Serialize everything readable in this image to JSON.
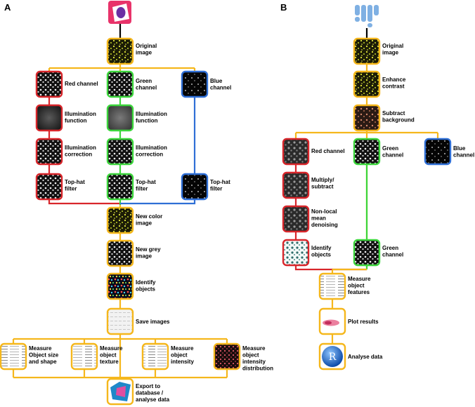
{
  "panels": {
    "a": "A",
    "b": "B"
  },
  "colors": {
    "yellow": "#f5b71c",
    "red": "#d8262b",
    "green": "#3cd63c",
    "blue": "#2f6fd6",
    "black": "#000000",
    "cellprofiler_logo": "#e8336a",
    "fiji_logo": "#7fb0e3"
  },
  "left": {
    "logo": "cellprofiler-logo",
    "original": [
      "Original",
      "image"
    ],
    "channels": [
      {
        "id": "red",
        "label": [
          "Red channel"
        ]
      },
      {
        "id": "green",
        "label": [
          "Green",
          "channel"
        ]
      },
      {
        "id": "blue",
        "label": [
          "Blue",
          "channel"
        ]
      }
    ],
    "illum_function": [
      "Illumination",
      "function"
    ],
    "illum_correction": [
      "Illumination",
      "correction"
    ],
    "tophat": [
      "Top-hat",
      "filter"
    ],
    "new_color": [
      "New color",
      "image"
    ],
    "new_grey": [
      "New grey",
      "image"
    ],
    "identify": [
      "Identify",
      "objects"
    ],
    "save": [
      "Save images"
    ],
    "measures": [
      [
        "Measure",
        "Object size",
        "and shape"
      ],
      [
        "Measure",
        "object",
        "texture"
      ],
      [
        "Measure",
        "object",
        "intensity"
      ],
      [
        "Measure",
        "object",
        "intensity",
        "distribution"
      ]
    ],
    "export": [
      "Export to",
      "database /",
      "analyse data"
    ]
  },
  "right": {
    "logo": "fiji-logo",
    "original": [
      "Original",
      "image"
    ],
    "enhance": [
      "Enhance",
      "contrast"
    ],
    "subtract": [
      "Subtract",
      "background"
    ],
    "channels": [
      {
        "id": "red",
        "label": [
          "Red channel"
        ]
      },
      {
        "id": "green",
        "label": [
          "Green",
          "channel"
        ]
      },
      {
        "id": "blue",
        "label": [
          "Blue",
          "channel"
        ]
      }
    ],
    "multiply": [
      "Multiply/",
      "subtract"
    ],
    "nonlocal": [
      "Non-local",
      "mean",
      "denoising"
    ],
    "identify": [
      "Identify",
      "objects"
    ],
    "green_channel": [
      "Green",
      "channel"
    ],
    "measure": [
      "Measure",
      "object",
      "features"
    ],
    "plot": [
      "Plot results"
    ],
    "analyse": [
      "Analyse data"
    ],
    "r_logo": "R"
  }
}
